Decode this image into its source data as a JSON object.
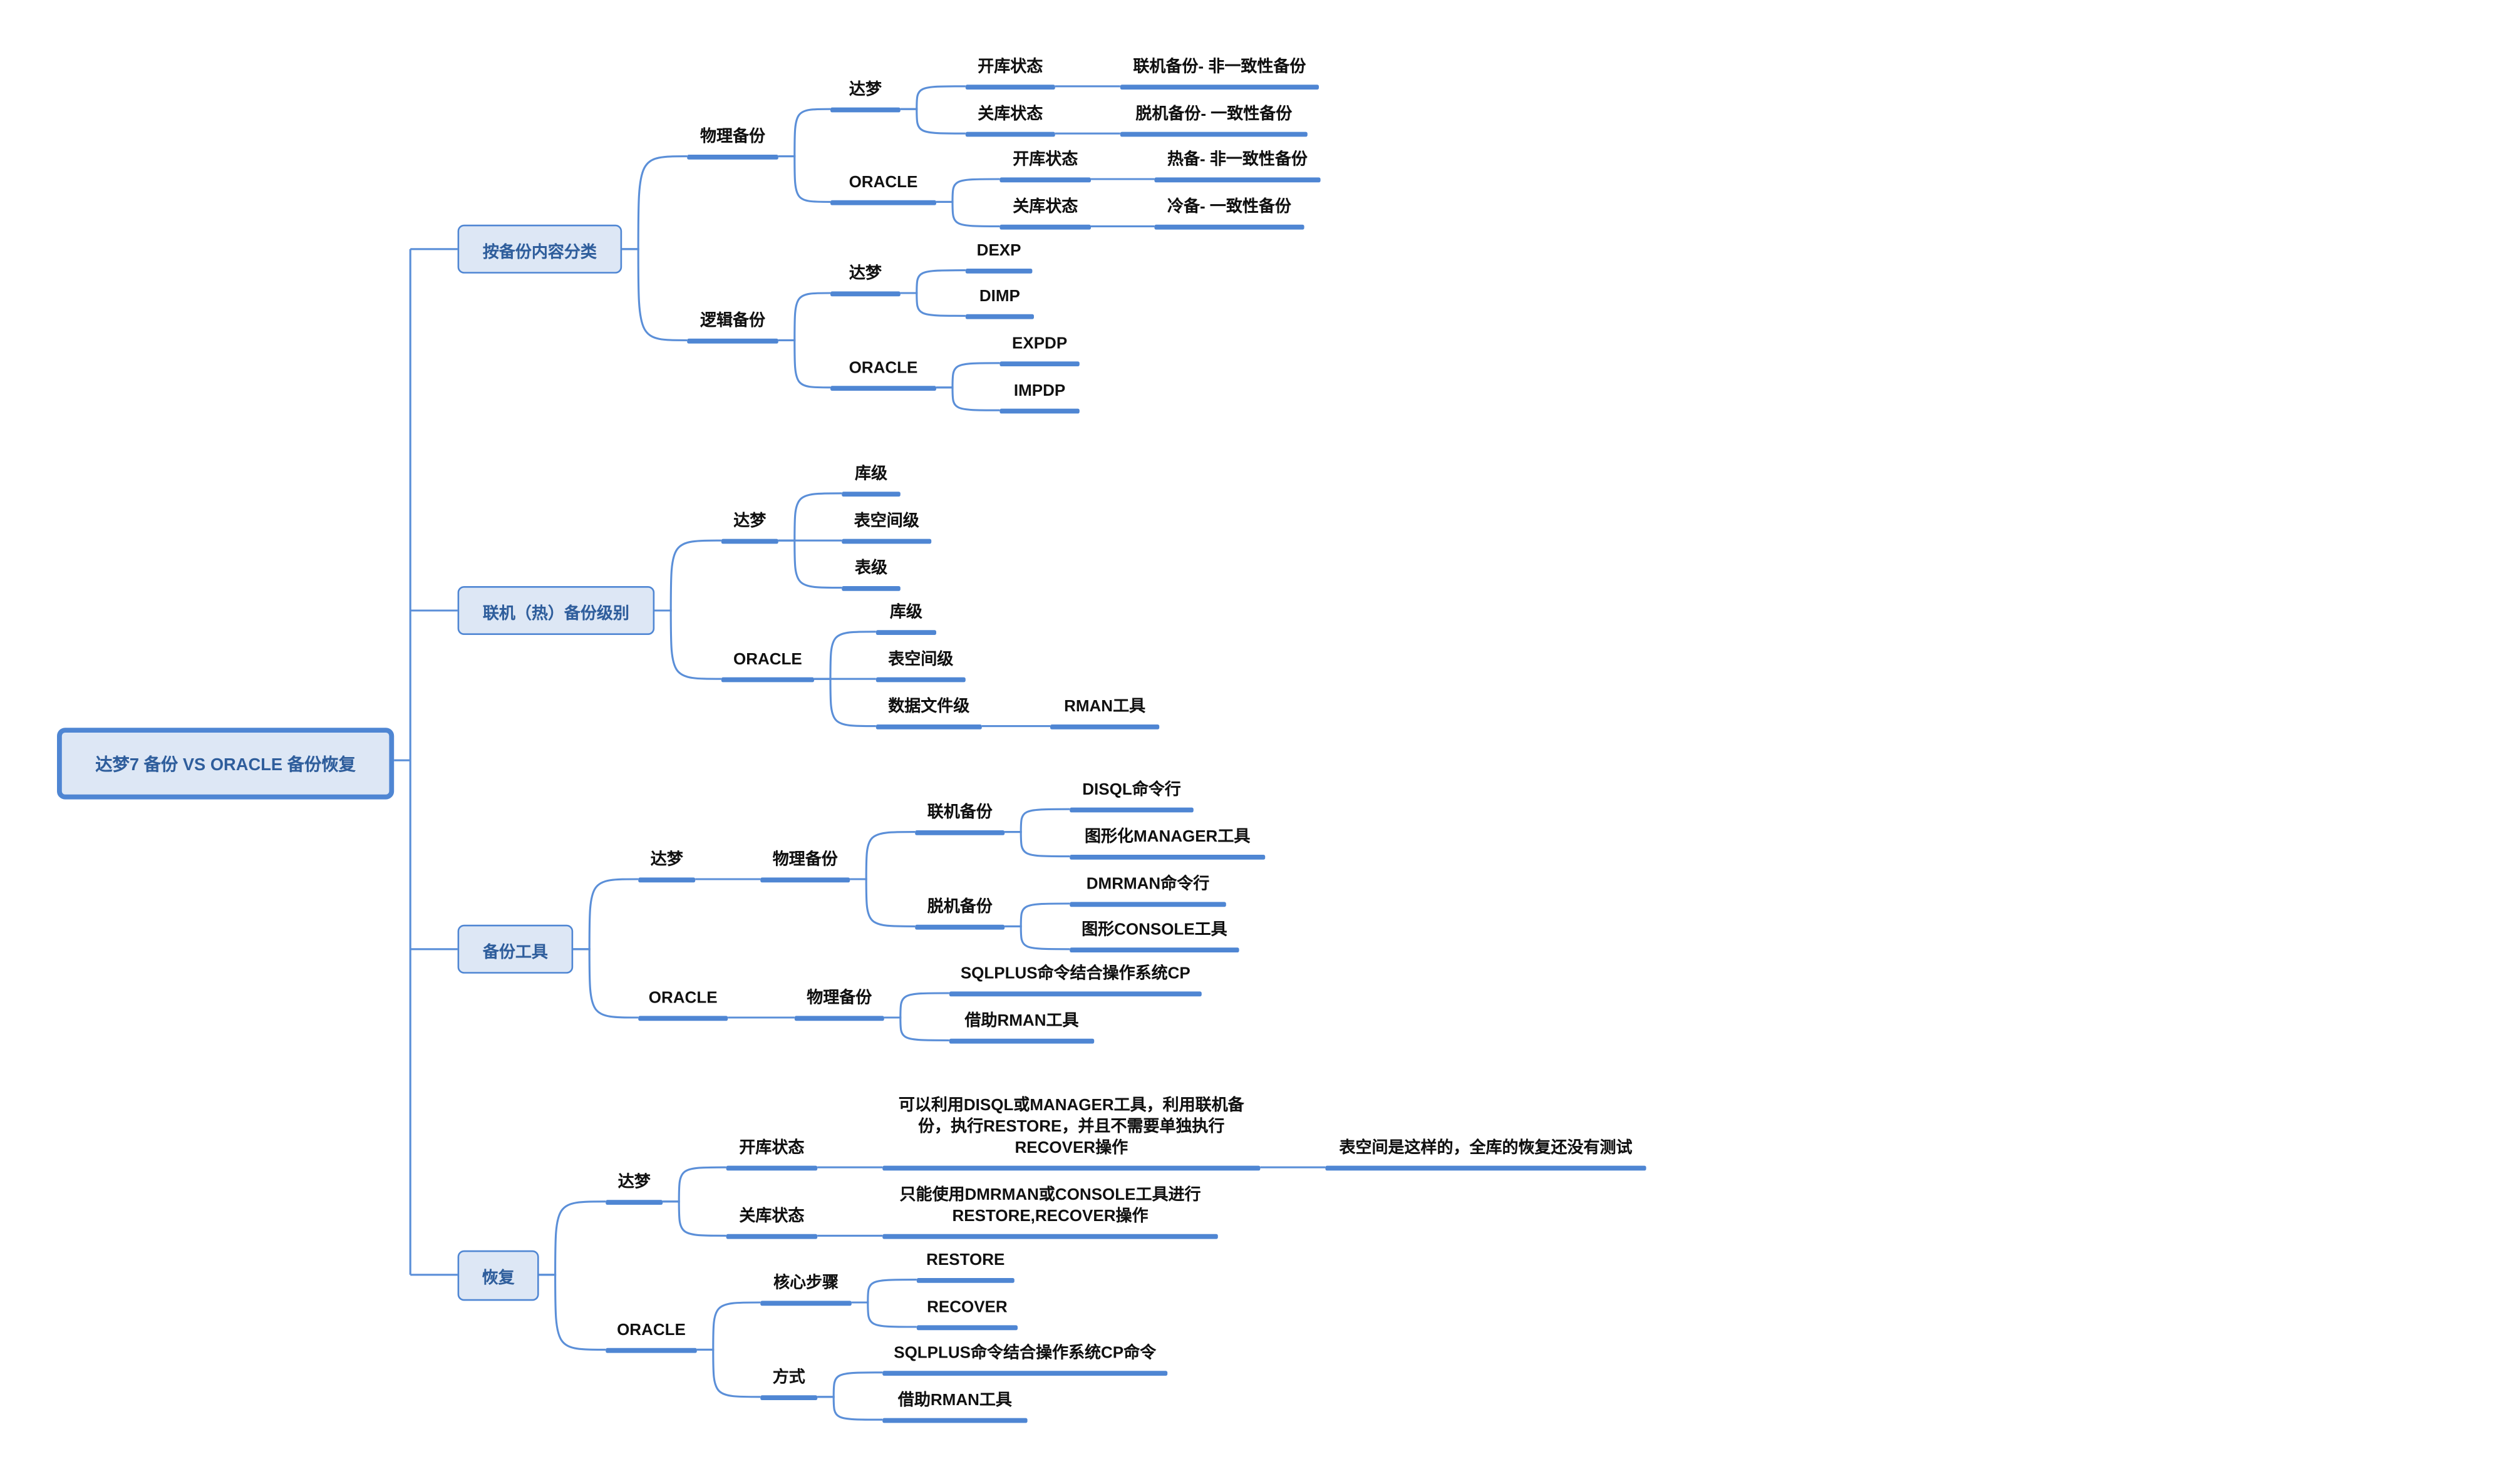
{
  "root": "达梦7 备份 VS ORACLE 备份恢复",
  "branches": {
    "content": {
      "label": "按备份内容分类",
      "physical": {
        "label": "物理备份",
        "dm": {
          "label": "达梦",
          "open": "开库状态",
          "open_desc": "联机备份- 非一致性备份",
          "closed": "关库状态",
          "closed_desc": "脱机备份-  一致性备份"
        },
        "oracle": {
          "label": "ORACLE",
          "open": "开库状态",
          "open_desc": "热备- 非一致性备份",
          "closed": "关库状态",
          "closed_desc": "冷备- 一致性备份"
        }
      },
      "logical": {
        "label": "逻辑备份",
        "dm": {
          "label": "达梦",
          "exp": "DEXP",
          "imp": "DIMP"
        },
        "oracle": {
          "label": "ORACLE",
          "exp": "EXPDP",
          "imp": "IMPDP"
        }
      }
    },
    "levels": {
      "label": "联机（热）备份级别",
      "dm": {
        "label": "达梦",
        "db": "库级",
        "ts": "表空间级",
        "table": "表级"
      },
      "oracle": {
        "label": "ORACLE",
        "db": "库级",
        "ts": "表空间级",
        "datafile": "数据文件级",
        "rman": "RMAN工具"
      }
    },
    "tools": {
      "label": "备份工具",
      "dm": {
        "label": "达梦",
        "physical": "物理备份",
        "online": "联机备份",
        "disql": "DISQL命令行",
        "manager": "图形化MANAGER工具",
        "offline": "脱机备份",
        "dmrman": "DMRMAN命令行",
        "console": "图形CONSOLE工具"
      },
      "oracle": {
        "label": "ORACLE",
        "physical": "物理备份",
        "sqlplus": "SQLPLUS命令结合操作系统CP",
        "rman": "借助RMAN工具"
      }
    },
    "recovery": {
      "label": "恢复",
      "dm": {
        "label": "达梦",
        "open": "开库状态",
        "open_desc": "可以利用DISQL或MANAGER工具，利用联机备\n份，执行RESTORE，并且不需要单独执行\nRECOVER操作",
        "open_note": "表空间是这样的，全库的恢复还没有测试",
        "closed": "关库状态",
        "closed_desc": "只能使用DMRMAN或CONSOLE工具进行\nRESTORE,RECOVER操作"
      },
      "oracle": {
        "label": "ORACLE",
        "core": "核心步骤",
        "restore": "RESTORE",
        "recover": "RECOVER",
        "method": "方式",
        "sqlplus": "SQLPLUS命令结合操作系统CP命令",
        "rman": "借助RMAN工具"
      }
    }
  }
}
